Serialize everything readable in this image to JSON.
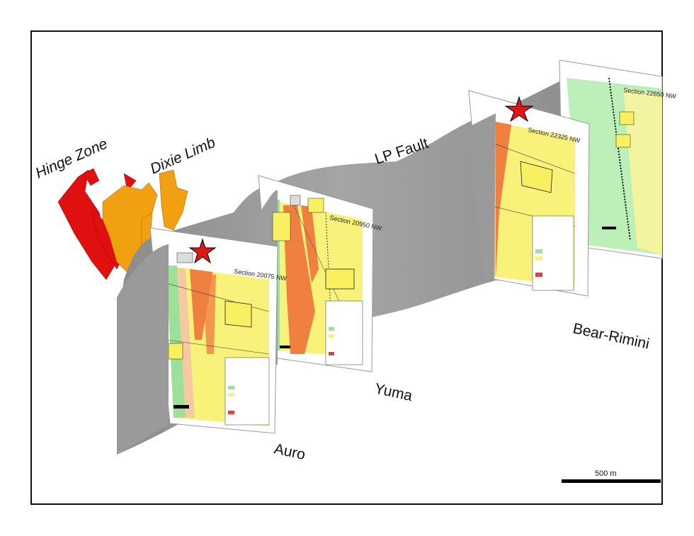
{
  "labels": {
    "hinge_zone": "Hinge Zone",
    "dixie_limb": "Dixie Limb",
    "lp_fault": "LP Fault",
    "auro": "Auro",
    "yuma": "Yuma",
    "bear_rimini": "Bear-Rimini"
  },
  "sections": {
    "auro": "Section 20075 NW",
    "yuma": "Section 20950 NW",
    "bear_rimini": "Section 22325 NW",
    "far": "Section 22650 NW"
  },
  "scale_bar": {
    "label": "500 m"
  },
  "colors": {
    "ore_red": "#e01010",
    "ore_orange": "#f0a010",
    "fault_surface": "#9a9a9a",
    "section_yellow": "#f8f27a",
    "alteration_orange": "#f08040",
    "mafic_green": "#9de09a",
    "star_red": "#e01515"
  }
}
